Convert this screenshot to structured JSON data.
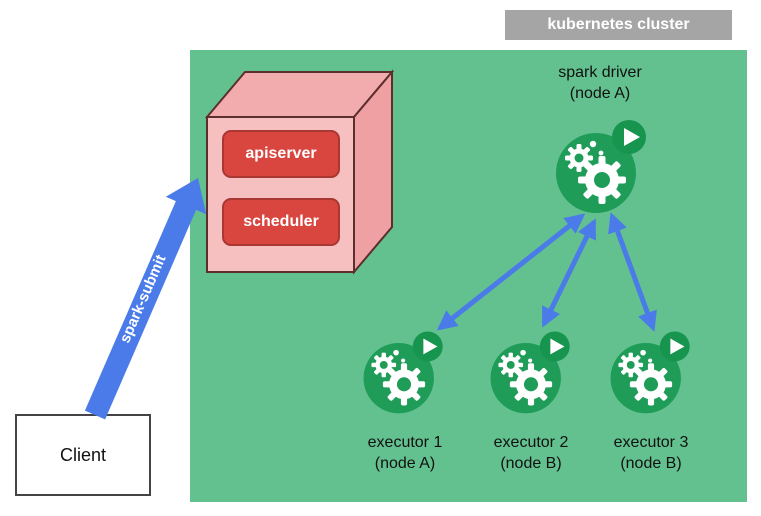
{
  "cluster": {
    "label": "kubernetes cluster"
  },
  "control_plane": {
    "apiserver_label": "apiserver",
    "scheduler_label": "scheduler"
  },
  "driver": {
    "title": "spark driver",
    "node": "(node A)"
  },
  "executors": [
    {
      "title": "executor 1",
      "node": "(node A)"
    },
    {
      "title": "executor 2",
      "node": "(node B)"
    },
    {
      "title": "executor 3",
      "node": "(node B)"
    }
  ],
  "client": {
    "label": "Client"
  },
  "arrow": {
    "label": "spark-submit"
  },
  "colors": {
    "cluster_bg": "#63C18F",
    "cluster_label_bg": "#A5A5A5",
    "arrow_blue": "#4A7BE8",
    "cube_front": "#F6BFC0",
    "cube_top": "#F2ACAE",
    "cube_side": "#EFA0A3",
    "control_box_red": "#D9453F",
    "spark_green": "#1E9C58"
  }
}
